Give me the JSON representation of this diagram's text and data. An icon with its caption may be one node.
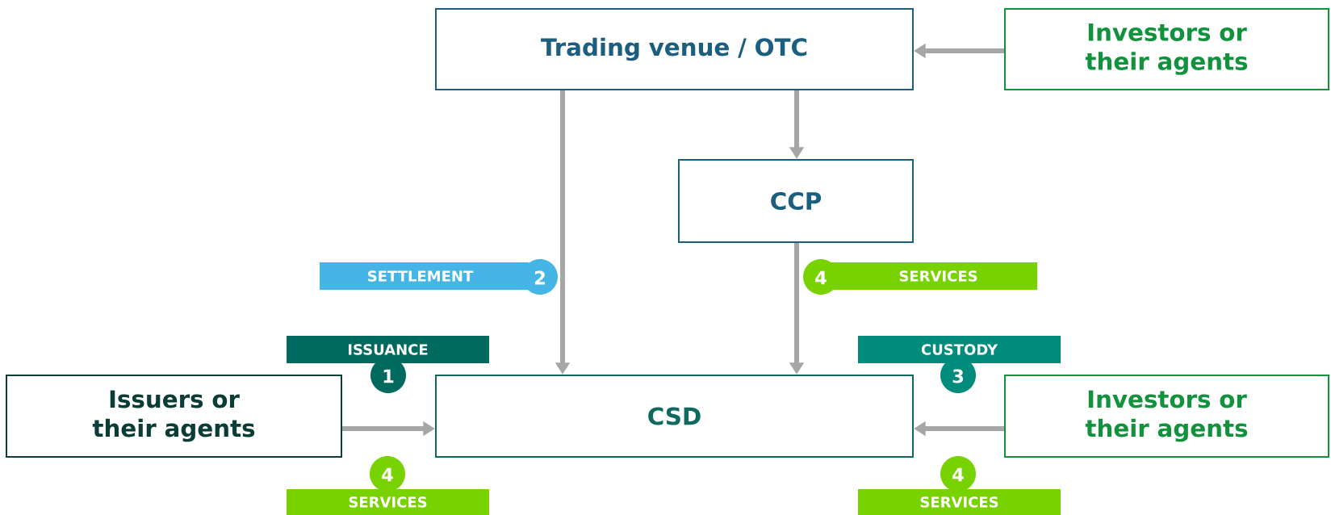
{
  "diagram": {
    "nodes": [
      {
        "text": [
          "Trading venue / OTC"
        ]
      },
      {
        "text": [
          "Investors or their agents"
        ]
      },
      {
        "text": [
          "CCP"
        ]
      },
      {
        "text": [
          "Issuers or their agents"
        ]
      },
      {
        "text": [
          "CSD"
        ]
      },
      {
        "text": [
          "Investors or their agents"
        ]
      },
      {
        "text": [
          "SETTLEMENT",
          "2"
        ]
      },
      {
        "text": [
          "4",
          "SERVICES"
        ]
      },
      {
        "text": [
          "ISSUANCE",
          "1"
        ]
      },
      {
        "text": [
          "CUSTODY",
          "3"
        ]
      },
      {
        "text": [
          "4",
          "SERVICES"
        ]
      },
      {
        "text": [
          "4",
          "SERVICES"
        ]
      }
    ],
    "edges": [
      {
        "from": 1,
        "to": 0,
        "arrow": "to"
      },
      {
        "from": 0,
        "to": 4,
        "arrow": "to"
      },
      {
        "from": 0,
        "to": 2,
        "arrow": "to"
      },
      {
        "from": 2,
        "to": 4,
        "arrow": "to"
      },
      {
        "from": 3,
        "to": 4,
        "arrow": "to"
      },
      {
        "from": 5,
        "to": 4,
        "arrow": "to"
      }
    ]
  }
}
